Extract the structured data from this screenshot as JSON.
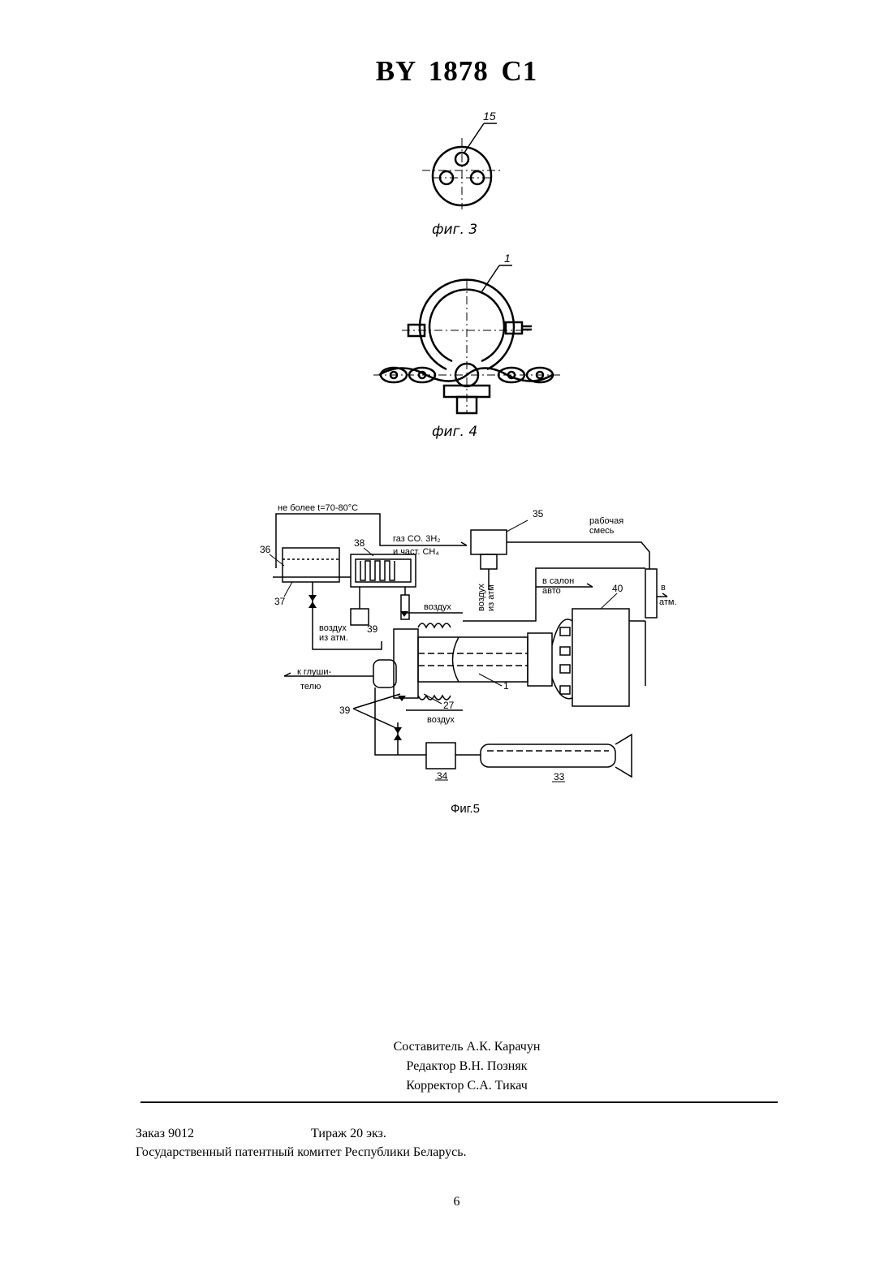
{
  "header": {
    "title": "BY 1878 C1"
  },
  "figures": {
    "fig3": {
      "caption": "фиг. 3",
      "callout": "15"
    },
    "fig4": {
      "caption": "фиг. 4",
      "callout": "1"
    },
    "fig5": {
      "caption": "Фиг.5",
      "labels": {
        "temp_note": "не более t=70-80°C",
        "gas_line1": "газ СО. 3Н₂",
        "gas_line2": "и част. СН₄",
        "work_mix1": "рабочая",
        "work_mix2": "смесь",
        "air_atm_vert1": "воздух",
        "air_atm_vert2": "из атм",
        "to_cabin1": "в салон",
        "to_cabin2": "авто",
        "to_atm1": "в",
        "to_atm2": "атм.",
        "air_top": "воздух",
        "air_from_atm1": "воздух",
        "air_from_atm2": "из атм.",
        "to_muffler1": "к глуши-",
        "to_muffler2": "телю",
        "air_bottom": "воздух",
        "n35": "35",
        "n36": "36",
        "n37": "37",
        "n38": "38",
        "n39a": "39",
        "n40": "40",
        "n1": "1",
        "n27": "27",
        "n39b": "39",
        "n34": "34",
        "n33": "33"
      }
    }
  },
  "credits": {
    "compiler": "Составитель А.К. Карачун",
    "editor": "Редактор В.Н. Позняк",
    "corrector": "Корректор С.А. Тикач"
  },
  "footer": {
    "order": "Заказ 9012",
    "print_run": "Тираж  20 экз.",
    "publisher": "Государственный патентный комитет Республики Беларусь."
  },
  "page_number": "6"
}
